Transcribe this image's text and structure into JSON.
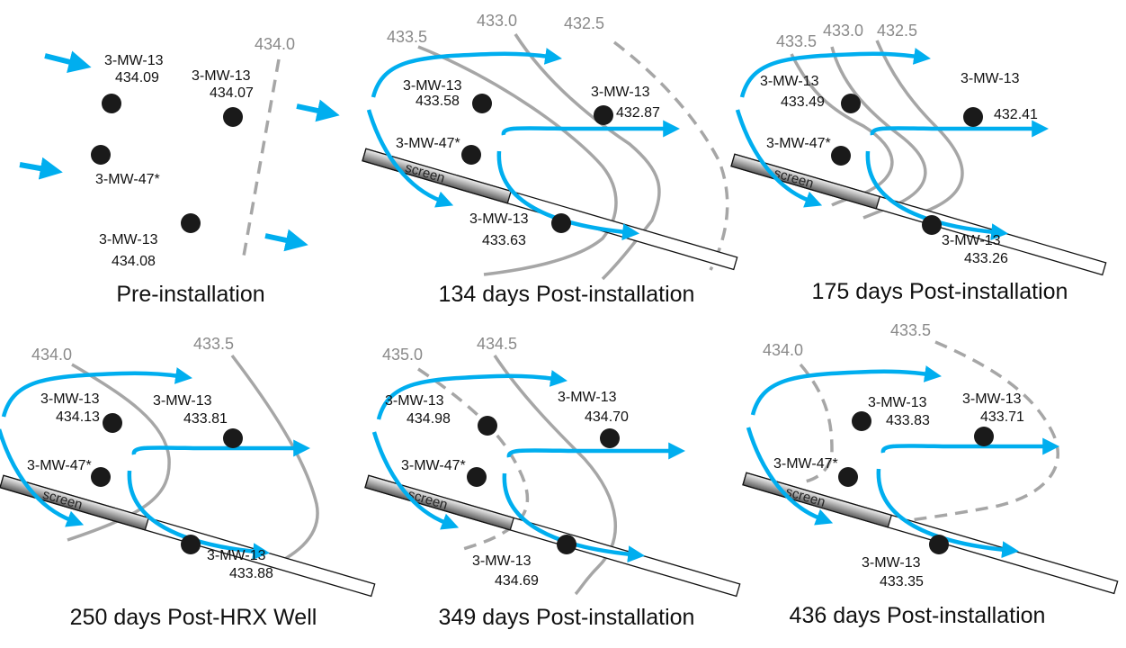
{
  "colors": {
    "flow": "#00aeef",
    "contour": "#a6a6a6",
    "well": "#1a1a1a"
  },
  "panels": [
    {
      "title": "Pre-installation",
      "contours": [
        "434.0"
      ],
      "wells": [
        {
          "name": "3-MW-13",
          "head": "434.09"
        },
        {
          "name": "3-MW-13",
          "head": "434.07"
        },
        {
          "name": "3-MW-47*",
          "head": ""
        },
        {
          "name": "3-MW-13",
          "head": "434.08"
        }
      ]
    },
    {
      "title": "134 days Post-installation",
      "screen_label": "screen",
      "contours": [
        "433.5",
        "433.0",
        "432.5"
      ],
      "wells": [
        {
          "name": "3-MW-13",
          "head": "433.58"
        },
        {
          "name": "3-MW-13",
          "head": "432.87"
        },
        {
          "name": "3-MW-47*",
          "head": ""
        },
        {
          "name": "3-MW-13",
          "head": "433.63"
        }
      ]
    },
    {
      "title": "175 days Post-installation",
      "screen_label": "screen",
      "contours": [
        "433.5",
        "433.0",
        "432.5"
      ],
      "wells": [
        {
          "name": "3-MW-13",
          "head": "433.49"
        },
        {
          "name": "3-MW-13",
          "head": "432.41"
        },
        {
          "name": "3-MW-47*",
          "head": ""
        },
        {
          "name": "3-MW-13",
          "head": "433.26"
        }
      ]
    },
    {
      "title": "250 days Post-HRX Well",
      "screen_label": "screen",
      "contours": [
        "434.0",
        "433.5"
      ],
      "wells": [
        {
          "name": "3-MW-13",
          "head": "434.13"
        },
        {
          "name": "3-MW-13",
          "head": "433.81"
        },
        {
          "name": "3-MW-47*",
          "head": ""
        },
        {
          "name": "3-MW-13",
          "head": "433.88"
        }
      ]
    },
    {
      "title": "349 days Post-installation",
      "screen_label": "screen",
      "contours": [
        "435.0",
        "434.5"
      ],
      "wells": [
        {
          "name": "3-MW-13",
          "head": "434.98"
        },
        {
          "name": "3-MW-13",
          "head": "434.70"
        },
        {
          "name": "3-MW-47*",
          "head": ""
        },
        {
          "name": "3-MW-13",
          "head": "434.69"
        }
      ]
    },
    {
      "title": "436 days Post-installation",
      "screen_label": "screen",
      "contours": [
        "434.0",
        "433.5"
      ],
      "wells": [
        {
          "name": "3-MW-13",
          "head": "433.83"
        },
        {
          "name": "3-MW-13",
          "head": "433.71"
        },
        {
          "name": "3-MW-47*",
          "head": ""
        },
        {
          "name": "3-MW-13",
          "head": "433.35"
        }
      ]
    }
  ]
}
